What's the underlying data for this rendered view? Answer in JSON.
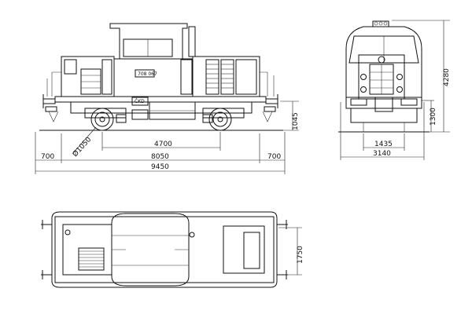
{
  "side_view": {
    "number_plate": "708 067",
    "class_code": "ČKD",
    "dimensions": {
      "wheelbase": "4700",
      "body_length": "8050",
      "overall_length": "9450",
      "buffer_left": "700",
      "buffer_right": "700",
      "wheel_diameter": "Ø1050",
      "buffer_height": "1045"
    }
  },
  "front_view": {
    "dimensions": {
      "height": "4280",
      "gauge": "1435",
      "width": "3140",
      "coupler_height": "1300"
    }
  },
  "top_view": {
    "dimensions": {
      "bogie_width": "1750"
    }
  }
}
